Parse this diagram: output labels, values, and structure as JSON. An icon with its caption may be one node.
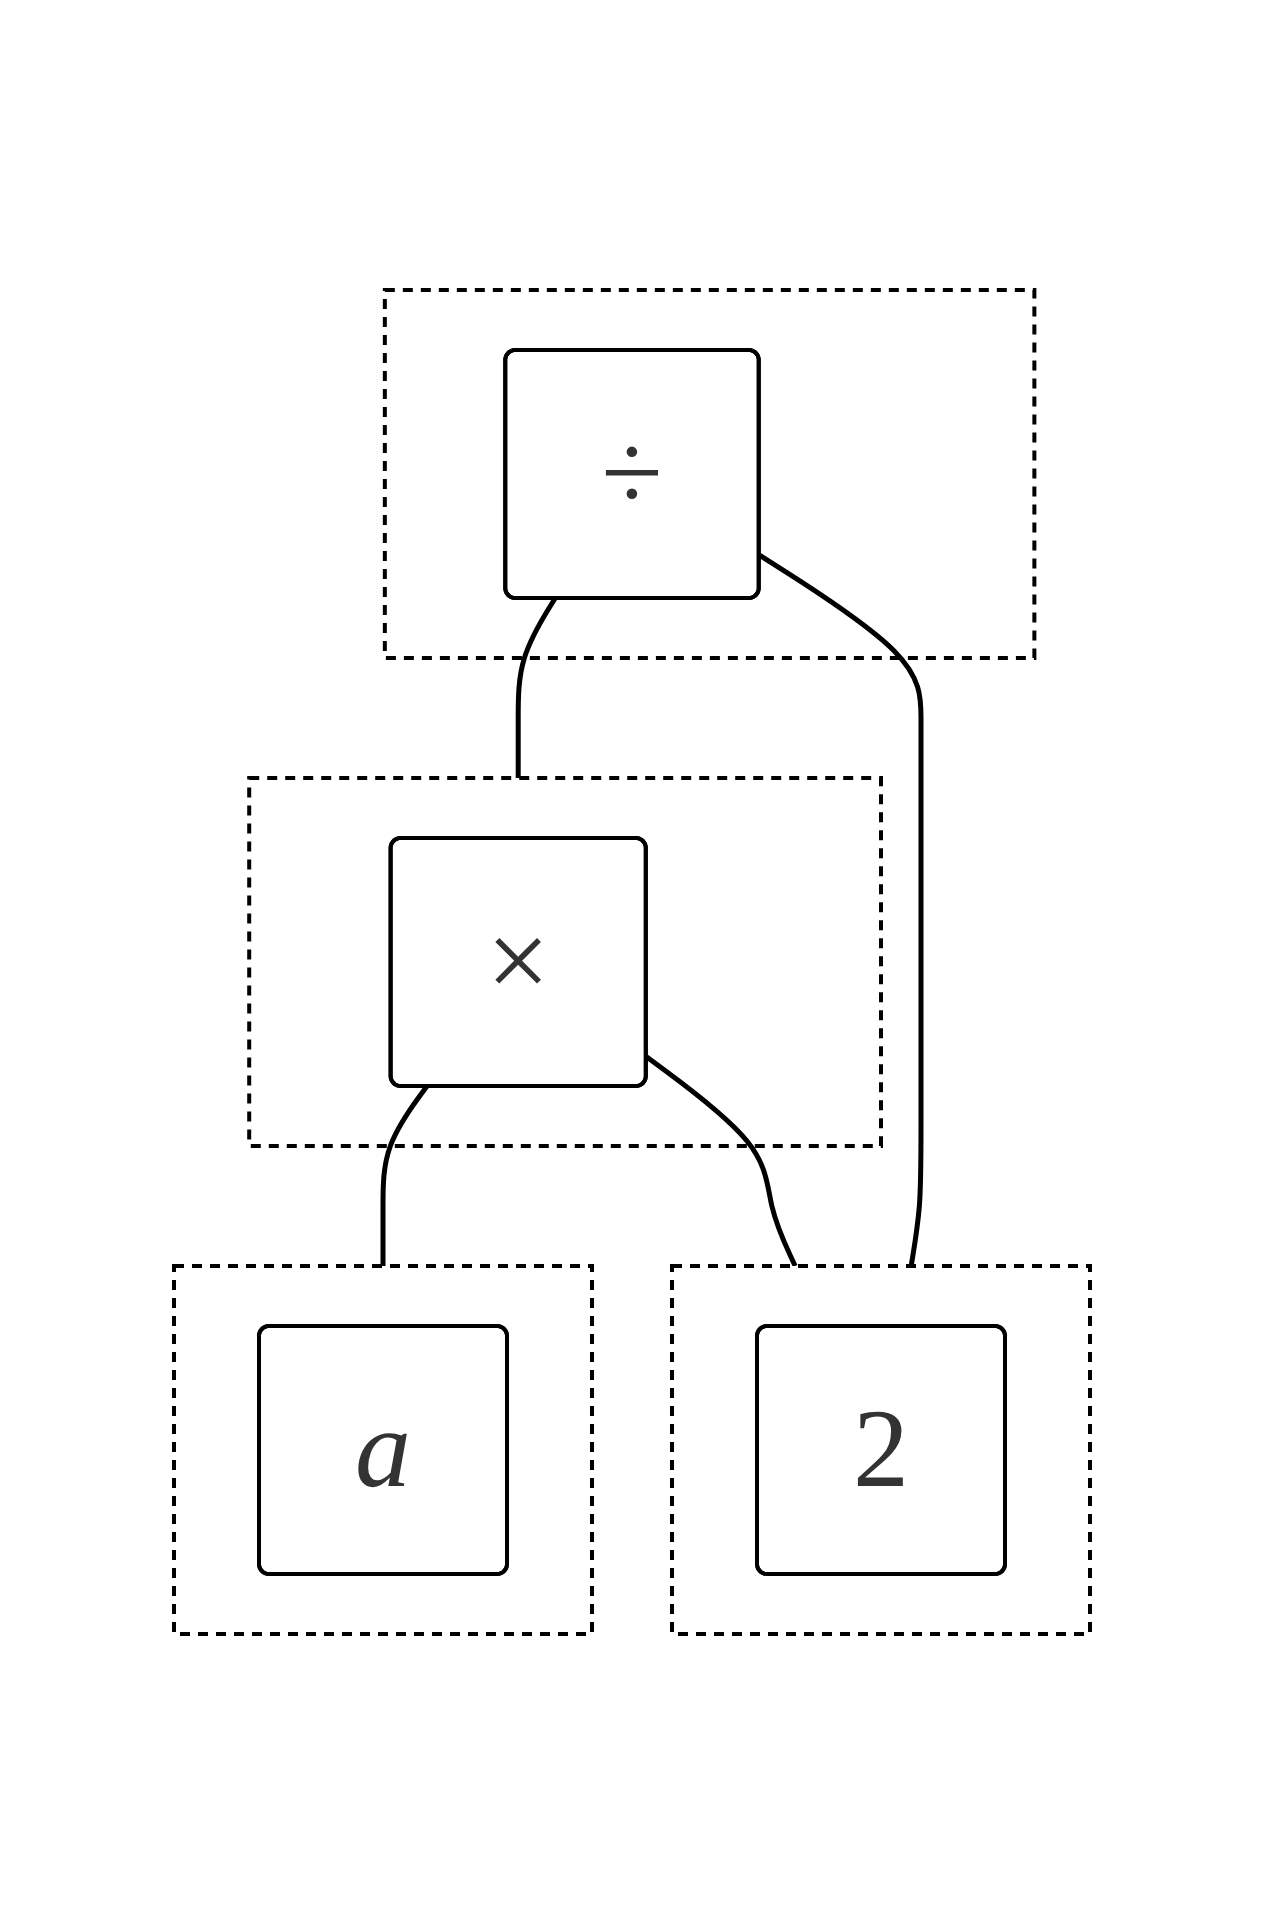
{
  "diagram": {
    "nodes": [
      {
        "text": [],
        "shape": "box"
      },
      {
        "text": [
          "÷"
        ],
        "in": 0
      },
      {
        "text": [],
        "shape": "box"
      },
      {
        "text": [
          "×"
        ],
        "in": 2
      },
      {
        "text": [],
        "shape": "box"
      },
      {
        "text": [
          "a"
        ],
        "in": 4
      },
      {
        "text": [],
        "shape": "box"
      },
      {
        "text": [
          "2"
        ],
        "in": 6
      }
    ],
    "edges": [
      {
        "from": 1,
        "to": 2,
        "arrow": "none"
      },
      {
        "from": 1,
        "to": 6,
        "arrow": "none"
      },
      {
        "from": 3,
        "to": 4,
        "arrow": "none"
      },
      {
        "from": 3,
        "to": 6,
        "arrow": "none"
      }
    ]
  }
}
